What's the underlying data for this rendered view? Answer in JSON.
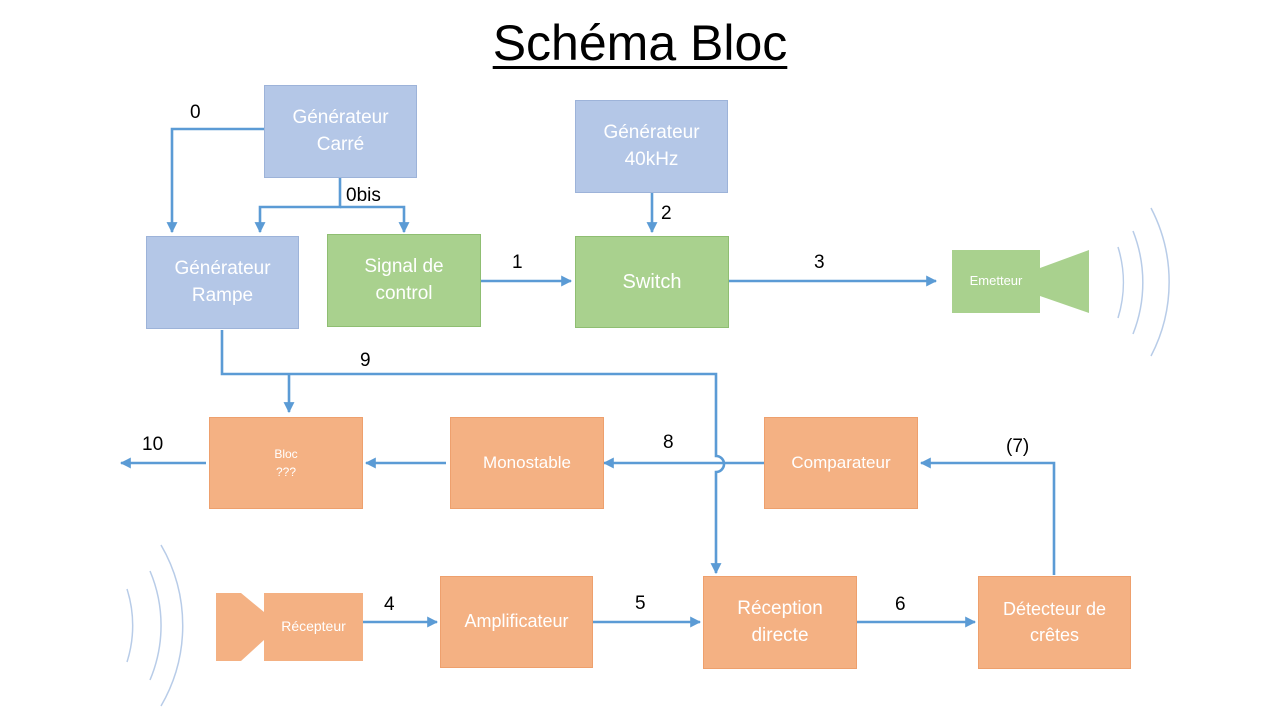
{
  "title": "Schéma Bloc",
  "blocks": {
    "generateur_carre": "Générateur\nCarré",
    "generateur_40khz": "Générateur\n40kHz",
    "generateur_rampe": "Générateur\nRampe",
    "signal_de_control": "Signal de\ncontrol",
    "switch": "Switch",
    "emetteur": "Emetteur",
    "bloc": "Bloc\n???",
    "monostable": "Monostable",
    "comparateur": "Comparateur",
    "recepteur": "Récepteur",
    "amplificateur": "Amplificateur",
    "reception_directe": "Réception\ndirecte",
    "detecteur_de_cretes": "Détecteur de\ncrêtes"
  },
  "signals": {
    "s0": "0",
    "s0bis": "0bis",
    "s1": "1",
    "s2": "2",
    "s3": "3",
    "s4": "4",
    "s5": "5",
    "s6": "6",
    "s7": "(7)",
    "s8": "8",
    "s9": "9",
    "s10": "10"
  },
  "colors": {
    "generator": "#b4c7e7",
    "control": "#a9d18e",
    "receiver_chain": "#f4b183",
    "connector": "#5b9bd5"
  }
}
